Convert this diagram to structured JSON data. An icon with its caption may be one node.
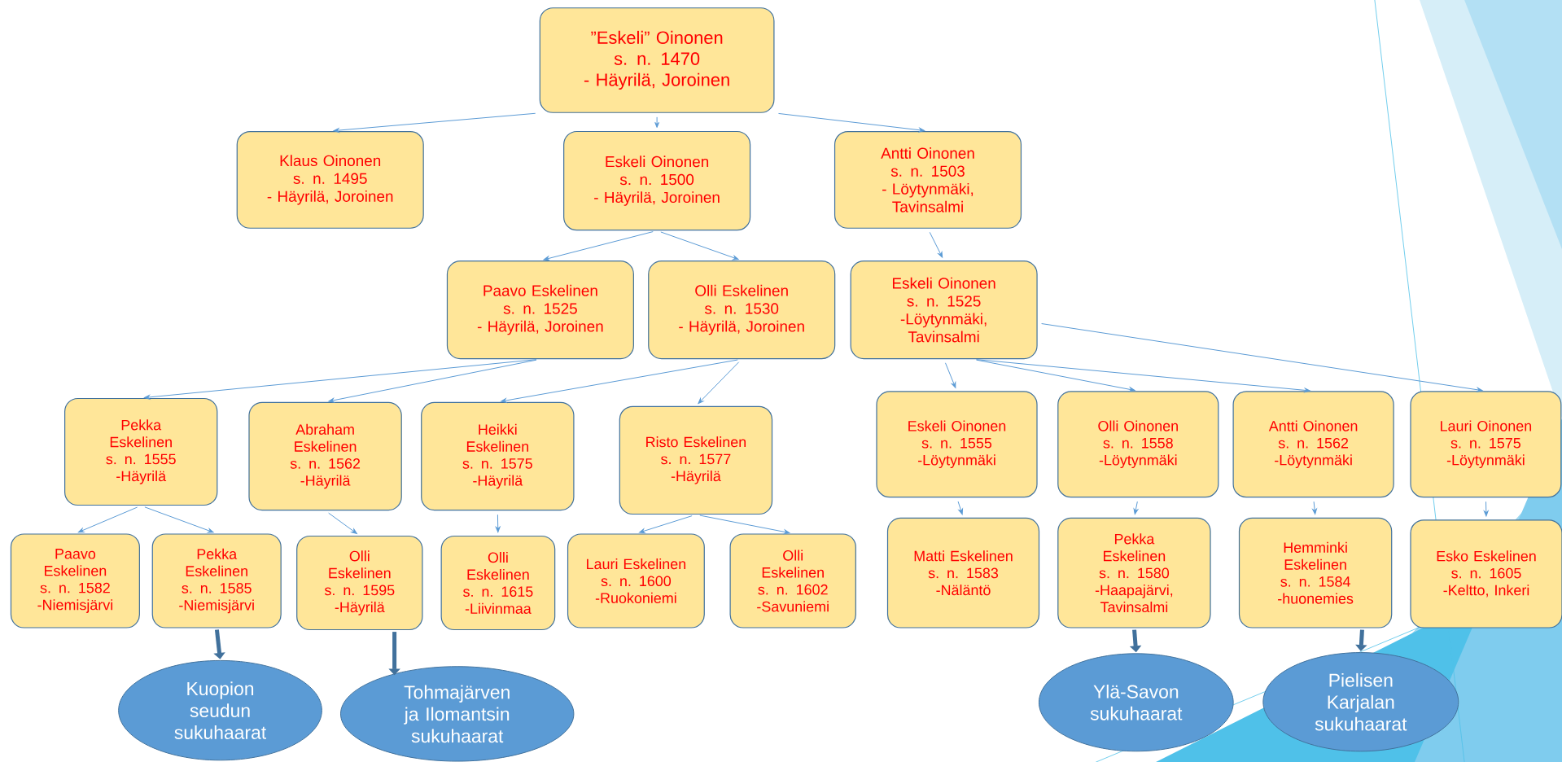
{
  "diagram": {
    "nodes": [
      {
        "text": [
          "”Eskeli” Oinonen",
          "s. n. 1470",
          "- Häyrilä, Joroinen"
        ]
      },
      {
        "text": [
          "Klaus Oinonen",
          "s. n. 1495",
          "- Häyrilä, Joroinen"
        ]
      },
      {
        "text": [
          "Eskeli Oinonen",
          "s. n. 1500",
          "- Häyrilä, Joroinen"
        ]
      },
      {
        "text": [
          "Antti Oinonen",
          "s. n. 1503",
          "- Löytynmäki, Tavinsalmi"
        ]
      },
      {
        "text": [
          "Paavo Eskelinen",
          "s. n. 1525",
          "- Häyrilä, Joroinen"
        ]
      },
      {
        "text": [
          "Olli Eskelinen",
          "s. n. 1530",
          "- Häyrilä, Joroinen"
        ]
      },
      {
        "text": [
          "Eskeli Oinonen",
          "s. n. 1525",
          "-Löytynmäki, Tavinsalmi"
        ]
      },
      {
        "text": [
          "Pekka Eskelinen",
          "s. n. 1555",
          "-Häyrilä"
        ]
      },
      {
        "text": [
          "Abraham Eskelinen",
          "s. n. 1562",
          "-Häyrilä"
        ]
      },
      {
        "text": [
          "Heikki Eskelinen",
          "s. n. 1575",
          "-Häyrilä"
        ]
      },
      {
        "text": [
          "Risto Eskelinen",
          "s. n. 1577",
          "-Häyrilä"
        ]
      },
      {
        "text": [
          "Eskeli Oinonen",
          "s. n. 1555",
          "-Löytynmäki"
        ]
      },
      {
        "text": [
          "Olli Oinonen",
          "s. n. 1558",
          "-Löytynmäki"
        ]
      },
      {
        "text": [
          "Antti Oinonen",
          "s. n. 1562",
          "-Löytynmäki"
        ]
      },
      {
        "text": [
          "Lauri Oinonen",
          "s. n. 1575",
          "-Löytynmäki"
        ]
      },
      {
        "text": [
          "Paavo Eskelinen",
          "s. n. 1582",
          "-Niemisjärvi"
        ]
      },
      {
        "text": [
          "Pekka Eskelinen",
          "s. n. 1585",
          "-Niemisjärvi"
        ]
      },
      {
        "text": [
          "Olli Eskelinen",
          "s. n. 1595",
          "-Häyrilä"
        ]
      },
      {
        "text": [
          "Olli Eskelinen",
          "s. n. 1615",
          "-Liivinmaa"
        ]
      },
      {
        "text": [
          "Lauri Eskelinen",
          "s. n. 1600",
          "-Ruokoniemi"
        ]
      },
      {
        "text": [
          "Olli Eskelinen",
          "s. n. 1602",
          "-Savuniemi"
        ]
      },
      {
        "text": [
          "Matti Eskelinen",
          "s. n. 1583",
          "-Näläntö"
        ]
      },
      {
        "text": [
          "Pekka Eskelinen",
          "s. n. 1580",
          "-Haapajärvi, Tavinsalmi"
        ]
      },
      {
        "text": [
          "Hemminki Eskelinen",
          "s. n. 1584",
          "-huonemies"
        ]
      },
      {
        "text": [
          "Esko Eskelinen",
          "s. n. 1605",
          "-Keltto, Inkeri"
        ]
      },
      {
        "text": [
          "Kuopion seudun sukuhaarat"
        ]
      },
      {
        "text": [
          "Tohmajärven ja Ilomantsin sukuhaarat"
        ]
      },
      {
        "text": [
          "Ylä-Savon sukuhaarat"
        ]
      },
      {
        "text": [
          "Pielisen Karjalan sukuhaarat"
        ]
      }
    ],
    "edges": [
      {
        "from": 0,
        "to": 1,
        "arrow": "to"
      },
      {
        "from": 0,
        "to": 2,
        "arrow": "to"
      },
      {
        "from": 0,
        "to": 3,
        "arrow": "to"
      },
      {
        "from": 2,
        "to": 4,
        "arrow": "to"
      },
      {
        "from": 2,
        "to": 5,
        "arrow": "to"
      },
      {
        "from": 3,
        "to": 6,
        "arrow": "to"
      },
      {
        "from": 4,
        "to": 7,
        "arrow": "to"
      },
      {
        "from": 4,
        "to": 8,
        "arrow": "to"
      },
      {
        "from": 5,
        "to": 9,
        "arrow": "to"
      },
      {
        "from": 5,
        "to": 10,
        "arrow": "to"
      },
      {
        "from": 6,
        "to": 11,
        "arrow": "to"
      },
      {
        "from": 6,
        "to": 12,
        "arrow": "to"
      },
      {
        "from": 6,
        "to": 13,
        "arrow": "to"
      },
      {
        "from": 6,
        "to": 14,
        "arrow": "to"
      },
      {
        "from": 7,
        "to": 15,
        "arrow": "to"
      },
      {
        "from": 7,
        "to": 16,
        "arrow": "to"
      },
      {
        "from": 8,
        "to": 17,
        "arrow": "to"
      },
      {
        "from": 9,
        "to": 18,
        "arrow": "to"
      },
      {
        "from": 10,
        "to": 19,
        "arrow": "to"
      },
      {
        "from": 10,
        "to": 20,
        "arrow": "to"
      },
      {
        "from": 11,
        "to": 21,
        "arrow": "to"
      },
      {
        "from": 12,
        "to": 22,
        "arrow": "to"
      },
      {
        "from": 13,
        "to": 23,
        "arrow": "to"
      },
      {
        "from": 14,
        "to": 24,
        "arrow": "to"
      },
      {
        "from": 16,
        "to": 25,
        "arrow": "to",
        "style": "thick",
        "color": "#41719c"
      },
      {
        "from": 17,
        "to": 26,
        "arrow": "to",
        "style": "thick",
        "color": "#41719c"
      },
      {
        "from": 22,
        "to": 27,
        "arrow": "to",
        "style": "thick",
        "color": "#41719c"
      },
      {
        "from": 23,
        "to": 28,
        "arrow": "to",
        "style": "thick",
        "color": "#41719c"
      }
    ]
  }
}
